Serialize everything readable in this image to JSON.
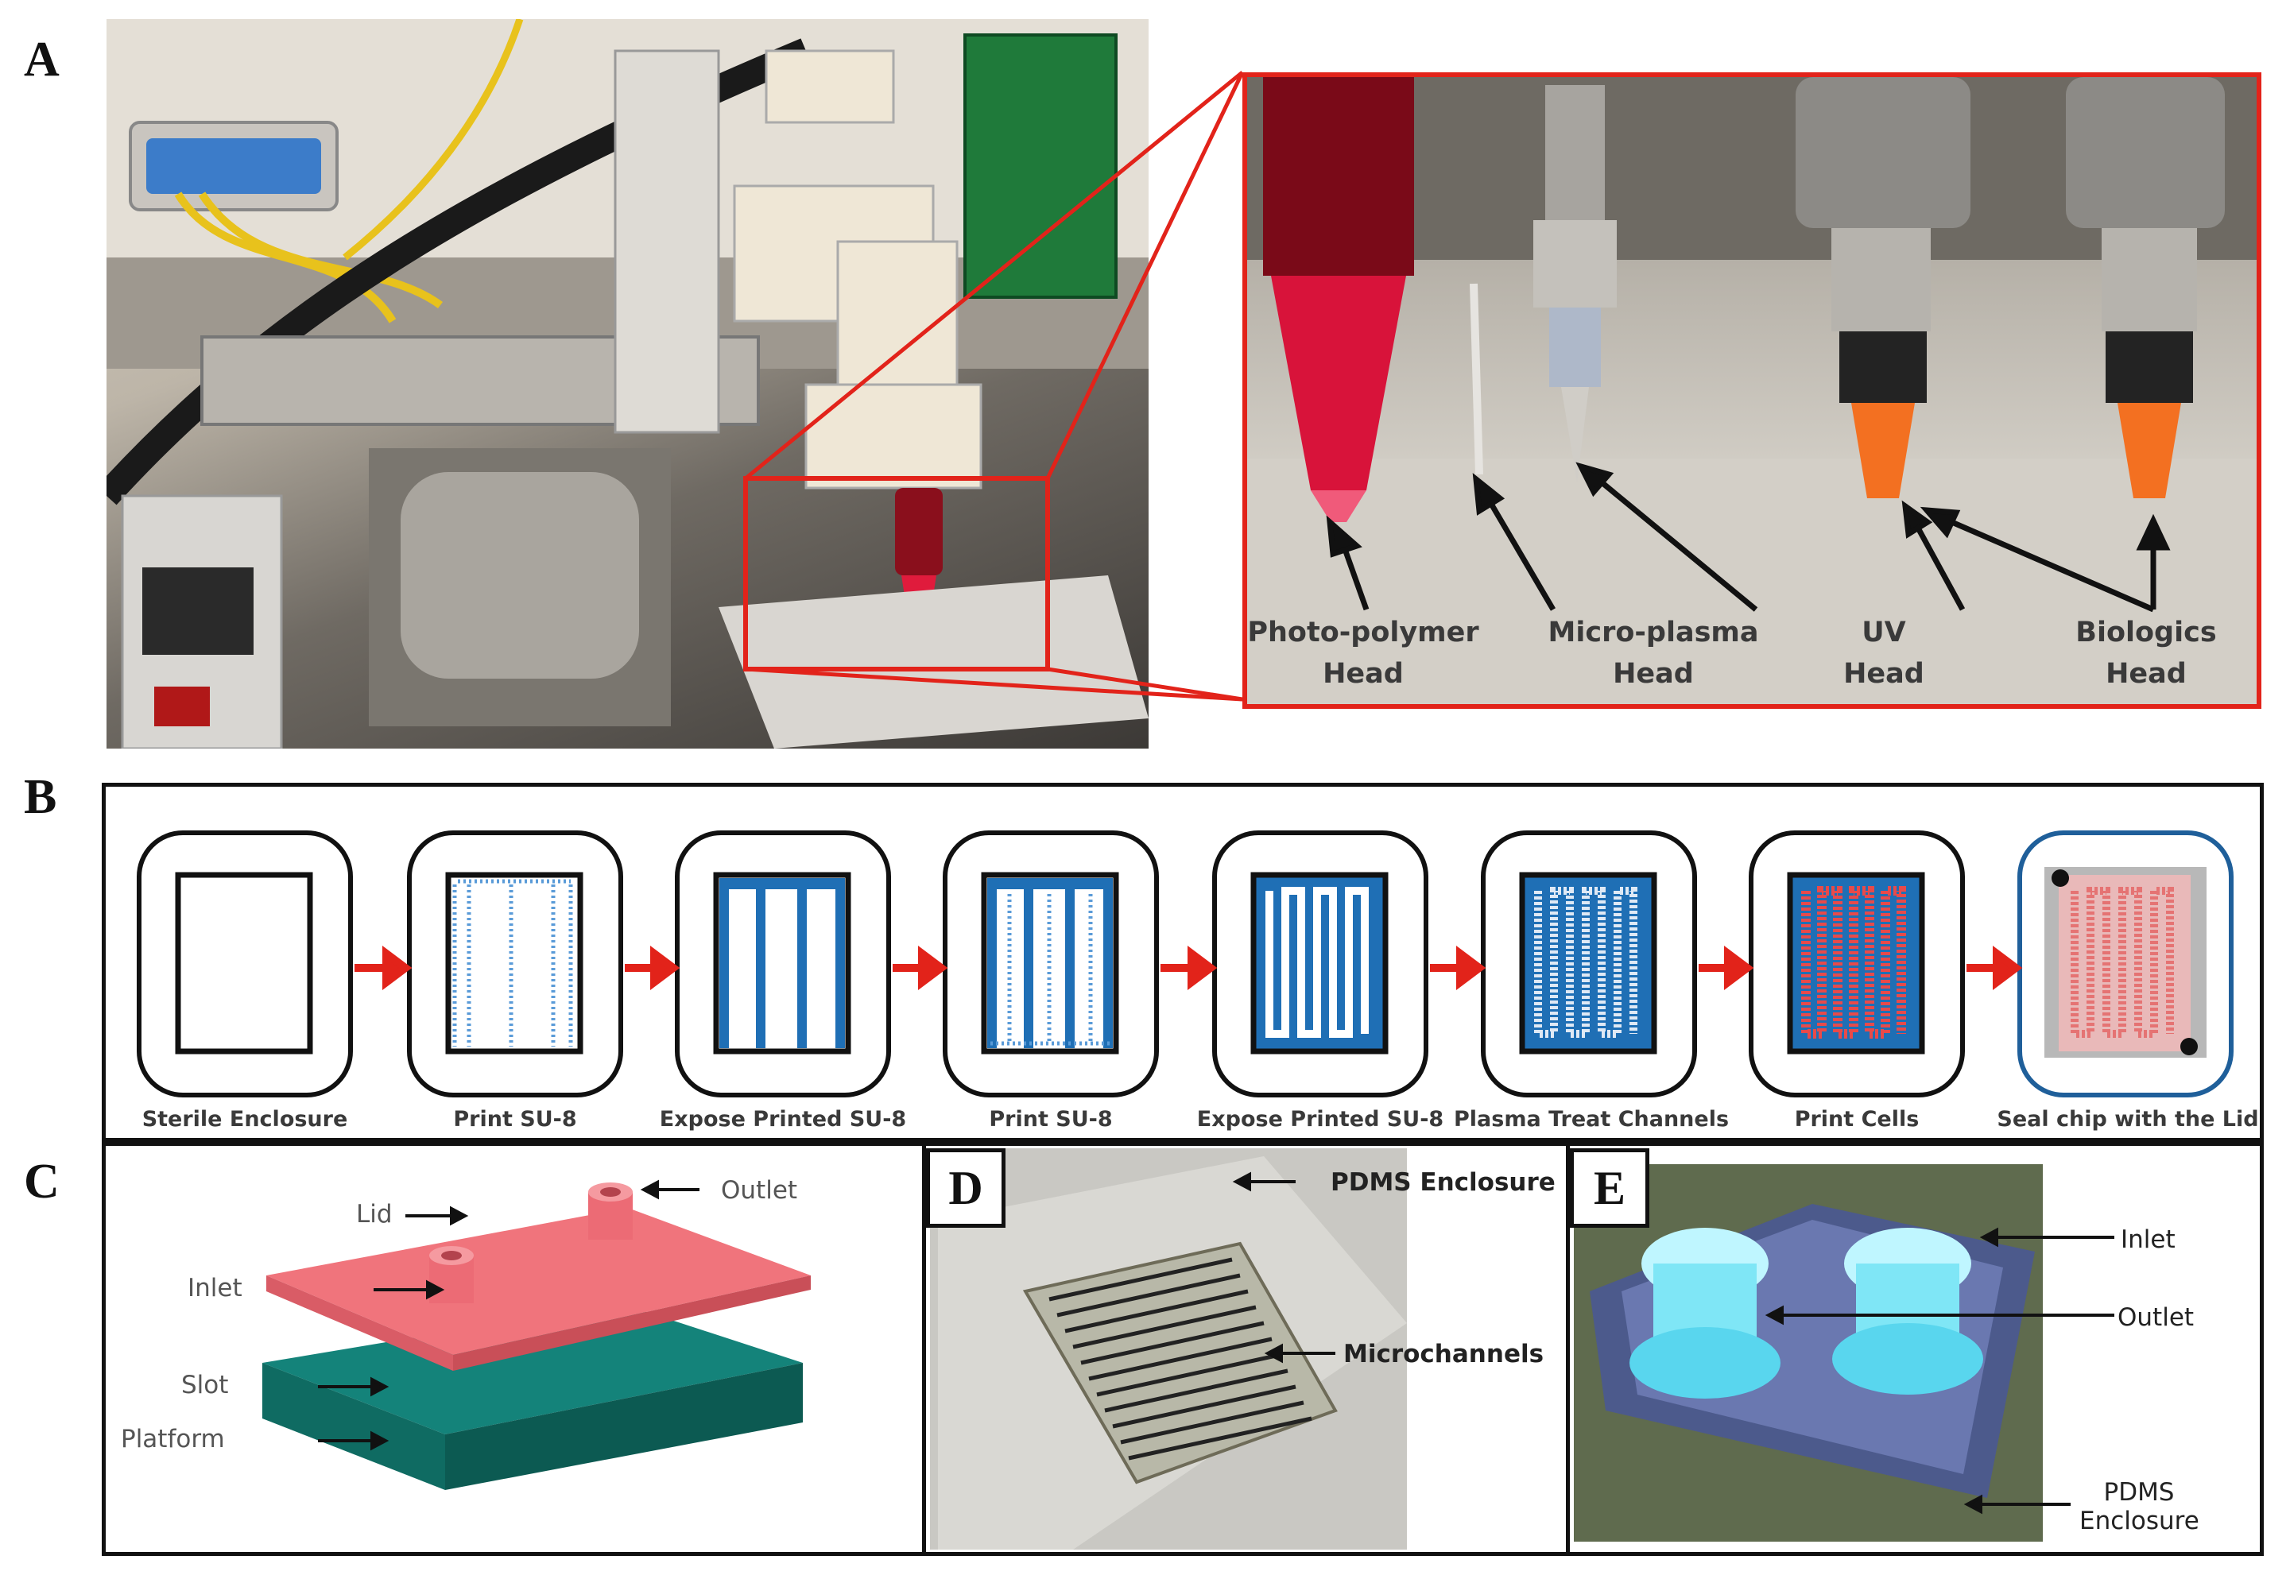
{
  "panels": {
    "a": "A",
    "b": "B",
    "c": "C",
    "d": "D",
    "e": "E"
  },
  "panel_a": {
    "heads": [
      {
        "line1": "Photo-polymer",
        "line2": "Head"
      },
      {
        "line1": "Micro-plasma",
        "line2": "Head"
      },
      {
        "line1": "UV",
        "line2": "Head"
      },
      {
        "line1": "Biologics",
        "line2": "Head"
      }
    ]
  },
  "panel_b": {
    "steps": [
      "Sterile Enclosure",
      "Print SU-8",
      "Expose Printed SU-8",
      "Print SU-8",
      "Expose Printed  SU-8",
      "Plasma Treat Channels",
      "Print Cells",
      "Seal chip with the Lid"
    ]
  },
  "panel_c": {
    "lid": "Lid",
    "outlet": "Outlet",
    "inlet": "Inlet",
    "slot": "Slot",
    "platform": "Platform"
  },
  "panel_d": {
    "enclosure": "PDMS Enclosure",
    "microchannels": "Microchannels"
  },
  "panel_e": {
    "inlet": "Inlet",
    "outlet": "Outlet",
    "enclosure_line1": "PDMS",
    "enclosure_line2": "Enclosure"
  },
  "colors": {
    "red": "#e2231a",
    "blue": "#1f6fb5",
    "lid_pink": "#f0747c",
    "platform_teal": "#0f6b62"
  }
}
